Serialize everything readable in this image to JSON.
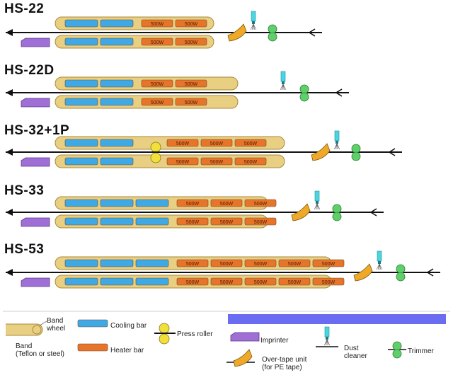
{
  "colors": {
    "band_fill": "#e9cf82",
    "band_stroke": "#a88a3c",
    "cooling": "#3fa9e6",
    "heater": "#e8742a",
    "press_roller": "#f1e03a",
    "imprinter": "#9f6fd6",
    "over_tape": "#f0a828",
    "dust_cleaner": "#47d6e3",
    "trimmer": "#5fcf6a",
    "legend_bar": "#6c6cf2",
    "line": "#111111"
  },
  "heater_label": "500W",
  "machines": [
    {
      "title": "HS-22",
      "cooling": 2,
      "rollers": false,
      "heaters": 2,
      "over_tape": true
    },
    {
      "title": "HS-22D",
      "cooling": 2,
      "rollers": false,
      "heaters": 2,
      "over_tape": false
    },
    {
      "title": "HS-32+1P",
      "cooling": 2,
      "rollers": true,
      "heaters": 3,
      "over_tape": true
    },
    {
      "title": "HS-33",
      "cooling": 3,
      "rollers": false,
      "heaters": 3,
      "over_tape": true
    },
    {
      "title": "HS-53",
      "cooling": 3,
      "rollers": false,
      "heaters": 5,
      "over_tape": true
    }
  ],
  "legend": {
    "band_wheel": "Band\nwheel",
    "band": "Band\n(Teflon or steel)",
    "cooling_bar": "Cooling bar",
    "heater_bar": "Heater bar",
    "press_roller": "Press roller",
    "imprinter": "Imprinter",
    "over_tape": "Over-tape unit\n(for PE tape)",
    "dust_cleaner": "Dust\ncleaner",
    "trimmer": "Trimmer"
  }
}
